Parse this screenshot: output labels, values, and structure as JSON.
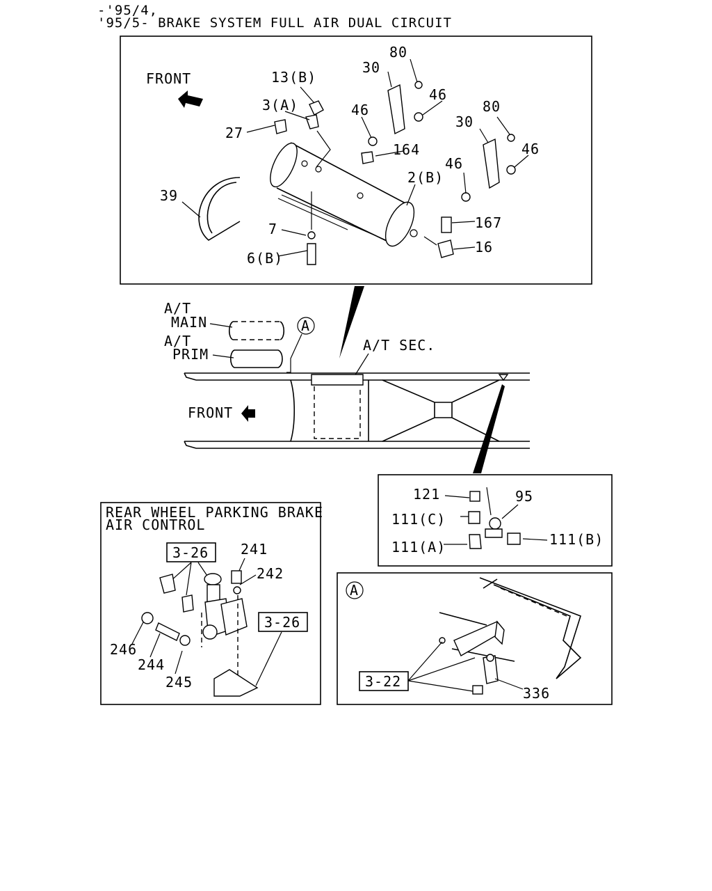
{
  "header": {
    "line1": "-'95/4,",
    "line2": "'95/5- BRAKE SYSTEM FULL AIR DUAL CIRCUIT"
  },
  "top_panel": {
    "front": "FRONT",
    "labels": [
      "13(B)",
      "3(A)",
      "27",
      "39",
      "30",
      "80",
      "46",
      "46",
      "164",
      "2(B)",
      "7",
      "6(B)",
      "30",
      "80",
      "46",
      "46",
      "167",
      "16"
    ]
  },
  "chassis": {
    "at_main_1": "A/T",
    "at_main_2": "MAIN",
    "at_prim_1": "A/T",
    "at_prim_2": "PRIM",
    "at_sec": "A/T SEC.",
    "ref_a": "A",
    "front": "FRONT"
  },
  "fitting_panel": {
    "labels": [
      "121",
      "95",
      "111(C)",
      "111(A)",
      "111(B)"
    ]
  },
  "parking_panel": {
    "title_1": "REAR WHEEL PARKING BRAKE",
    "title_2": "AIR CONTROL",
    "ref_1": "3-26",
    "ref_2": "3-26",
    "labels": [
      "241",
      "242",
      "246",
      "244",
      "245"
    ]
  },
  "detail_a_panel": {
    "ref_a": "A",
    "ref": "3-22",
    "label_336": "336"
  }
}
